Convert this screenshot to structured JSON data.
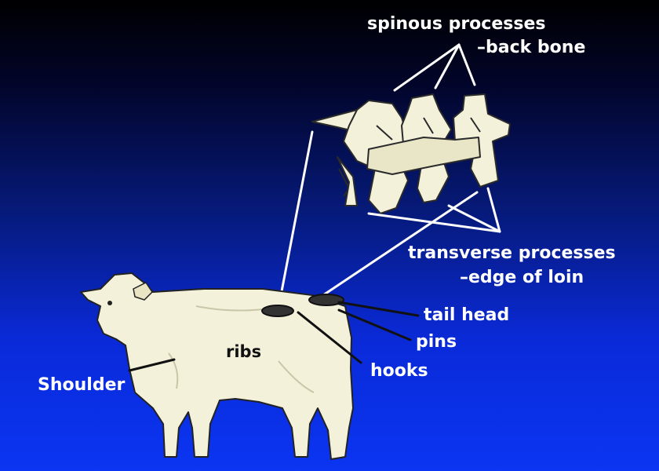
{
  "labels": {
    "spinous_line1": "spinous processes",
    "spinous_line2": "–back bone",
    "transverse_line1": "transverse processes",
    "transverse_line2": "–edge of loin",
    "tail_head": "tail head",
    "pins": "pins",
    "hooks": "hooks",
    "ribs": "ribs",
    "shoulder": "Shoulder"
  },
  "colors": {
    "background_top": "#000000",
    "background_bottom": "#0b35f2",
    "text": "#ffffff",
    "illustration_fill": "#f3f1da",
    "outline": "#222222",
    "pointer_lines_light": "#ffffff",
    "pointer_lines_dark": "#111111"
  }
}
